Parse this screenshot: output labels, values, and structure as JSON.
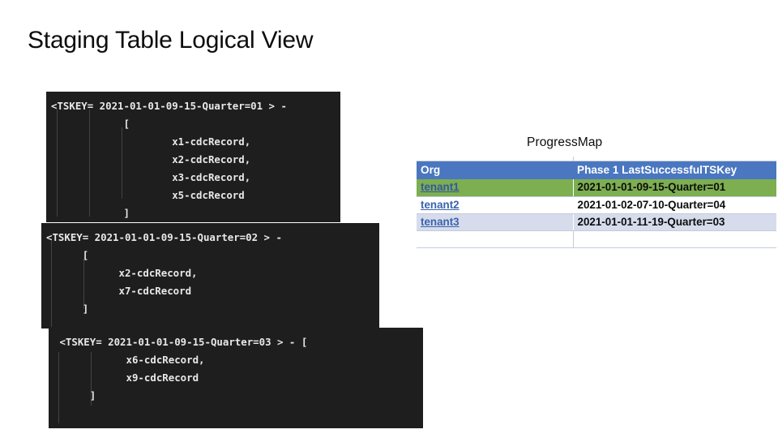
{
  "slide": {
    "title": "Staging Table Logical View"
  },
  "staging_panels": [
    {
      "id": "q1",
      "name": "tskey-quarter-01-panel",
      "lines": [
        "<TSKEY= 2021-01-01-09-15-Quarter=01 > -",
        "            [",
        "                    x1-cdcRecord,",
        "                    x2-cdcRecord,",
        "                    x3-cdcRecord,",
        "                    x5-cdcRecord",
        "            ]"
      ]
    },
    {
      "id": "q2",
      "name": "tskey-quarter-02-panel",
      "lines": [
        "<TSKEY= 2021-01-01-09-15-Quarter=02 > -",
        "      [",
        "            x2-cdcRecord,",
        "            x7-cdcRecord",
        "      ]"
      ]
    },
    {
      "id": "q3",
      "name": "tskey-quarter-03-panel",
      "lines": [
        " <TSKEY= 2021-01-01-09-15-Quarter=03 > - [",
        "            x6-cdcRecord,",
        "            x9-cdcRecord",
        "      ]"
      ]
    }
  ],
  "progressmap": {
    "caption": "ProgressMap",
    "columns": [
      "Org",
      "Phase 1 LastSuccessfulTSKey"
    ],
    "rows": [
      {
        "org": "tenant1",
        "tskey": "2021-01-01-09-15-Quarter=01",
        "highlight": "green"
      },
      {
        "org": "tenant2",
        "tskey": "2021-01-02-07-10-Quarter=04",
        "highlight": "white"
      },
      {
        "org": "tenant3",
        "tskey": "2021-01-01-11-19-Quarter=03",
        "highlight": "blue"
      }
    ]
  },
  "colors": {
    "panel_background": "#1e1e1e",
    "panel_text": "#e8e8e8",
    "table_header": "#4a77c0",
    "row_green": "#7dae50",
    "row_blue": "#d6dcec",
    "link": "#3a63ad",
    "grid": "#c3cbd8"
  }
}
